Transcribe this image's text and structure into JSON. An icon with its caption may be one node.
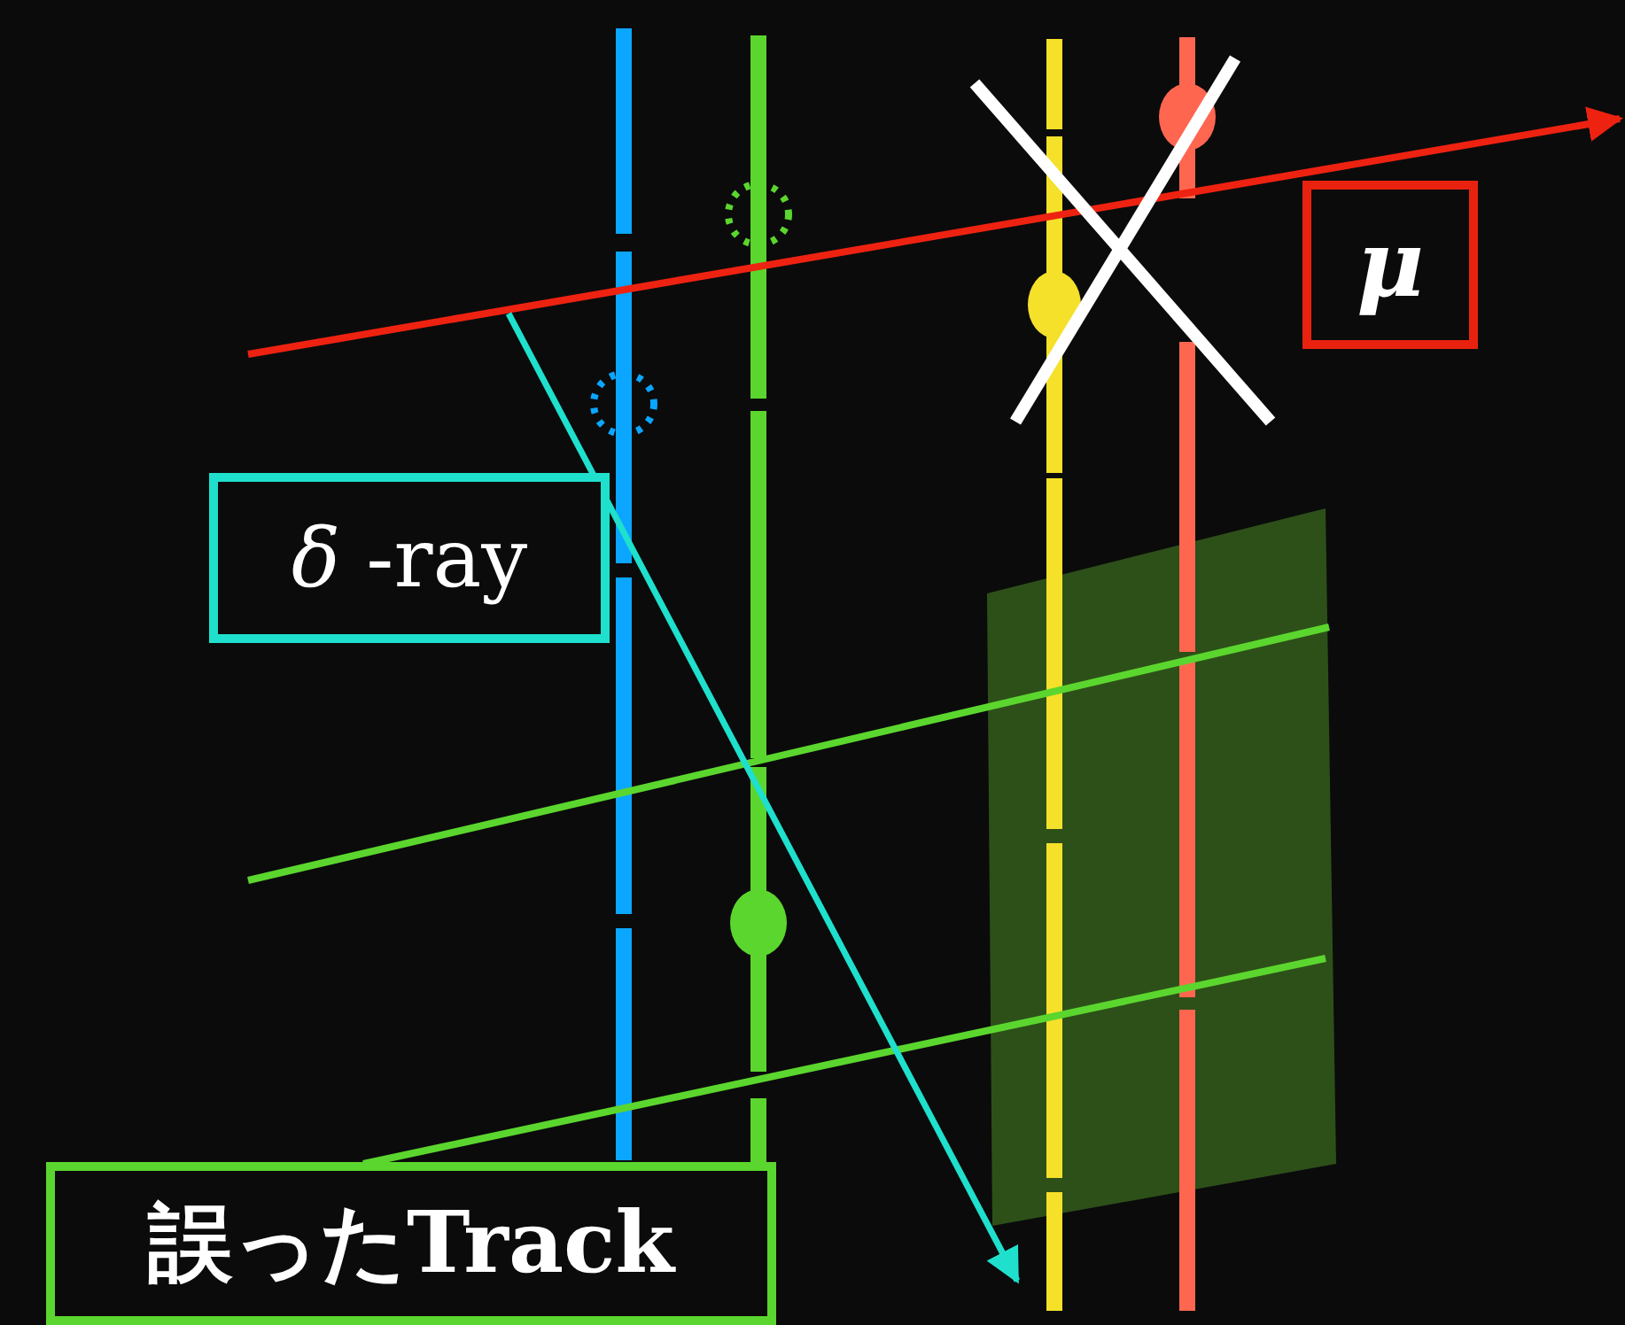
{
  "diagram": {
    "nodes": [
      {
        "text": [
          "μ"
        ]
      },
      {
        "text": [
          "*δ* -ray"
        ]
      },
      {
        "text": [
          "誤ったTrack"
        ]
      }
    ]
  }
}
